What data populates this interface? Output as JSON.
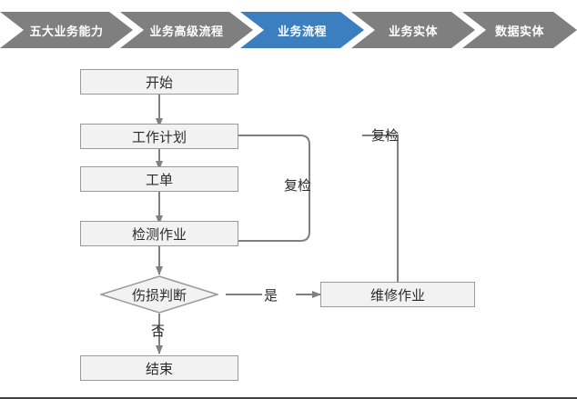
{
  "breadcrumb": {
    "items": [
      {
        "label": "五大业务能力",
        "state": "inactive"
      },
      {
        "label": "业务高级流程",
        "state": "inactive"
      },
      {
        "label": "业务流程",
        "state": "active"
      },
      {
        "label": "业务实体",
        "state": "inactive"
      },
      {
        "label": "数据实体",
        "state": "inactive"
      }
    ],
    "colors": {
      "inactive_fill": "#7f7f7f",
      "active_fill": "#3c7fc0",
      "text": "#ffffff"
    }
  },
  "flowchart": {
    "colors": {
      "node_fill": "#f2f2f2",
      "node_border": "#9a9a9a",
      "connector": "#808080",
      "text": "#2b2b2b"
    },
    "nodes": [
      {
        "id": "start",
        "label": "开始",
        "shape": "rect"
      },
      {
        "id": "plan",
        "label": "工作计划",
        "shape": "rect"
      },
      {
        "id": "order",
        "label": "工单",
        "shape": "rect"
      },
      {
        "id": "inspect",
        "label": "检测作业",
        "shape": "rect"
      },
      {
        "id": "decide",
        "label": "伤损判断",
        "shape": "diamond"
      },
      {
        "id": "repair",
        "label": "维修作业",
        "shape": "rect"
      },
      {
        "id": "end",
        "label": "结束",
        "shape": "rect"
      }
    ],
    "edge_labels": [
      {
        "id": "recheck_inner",
        "label": "复检"
      },
      {
        "id": "recheck_outer",
        "label": "复检"
      },
      {
        "id": "yes",
        "label": "是"
      },
      {
        "id": "no",
        "label": "否"
      }
    ]
  }
}
